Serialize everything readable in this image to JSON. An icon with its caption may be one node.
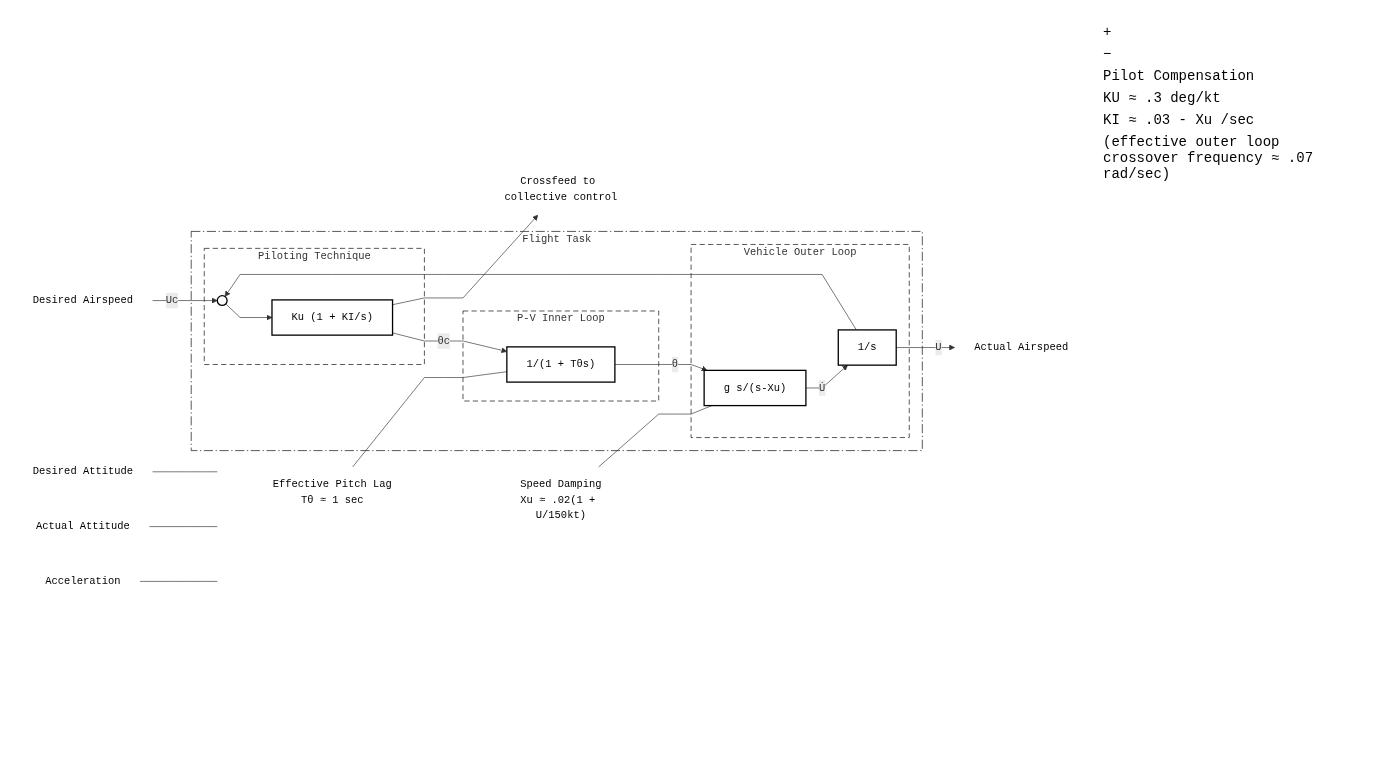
{
  "diagram": {
    "nodes": [
      {
        "text": [
          "Flight Task"
        ]
      },
      {
        "text": [
          "Piloting Technique"
        ],
        "in": 0
      },
      {
        "text": [],
        "shape": "circle",
        "in": 1
      },
      {
        "text": [
          "Ku (1 + KI/s)"
        ],
        "in": 1
      },
      {
        "text": [
          "P-V Inner Loop"
        ],
        "in": 0
      },
      {
        "text": [
          "1/(1 + Tθs)"
        ],
        "in": 4
      },
      {
        "text": [
          "Vehicle Outer Loop"
        ],
        "in": 0
      },
      {
        "text": [
          "g s/(s-Xu)"
        ],
        "in": 6
      },
      {
        "text": [
          "1/s"
        ],
        "in": 6
      },
      {
        "text": [
          "Desired Airspeed"
        ]
      },
      {
        "text": [
          "Actual Airspeed"
        ]
      },
      {
        "text": [
          "Crossfeed to collective control"
        ]
      },
      {
        "text": [
          "Desired Attitude"
        ]
      },
      {
        "text": [
          "Actual Attitude"
        ]
      },
      {
        "text": [
          "Acceleration"
        ]
      },
      {
        "text": [
          "Effective Pitch Lag",
          "Tθ ≈ 1 sec"
        ]
      },
      {
        "text": [
          "Speed Damping",
          "Xu ≈ .02(1 + U/150kt)"
        ]
      }
    ],
    "edges": [
      {
        "from": 9,
        "to": 2,
        "arrow": "to",
        "label": "Uc"
      },
      {
        "from": 2,
        "to": 3,
        "arrow": "to"
      },
      {
        "from": 3,
        "to": 5,
        "arrow": "to",
        "label": "θc"
      },
      {
        "from": 5,
        "to": 7,
        "arrow": "to",
        "label": "θ"
      },
      {
        "from": 7,
        "to": 8,
        "arrow": "to",
        "label": "U̇"
      },
      {
        "from": 8,
        "to": 10,
        "arrow": "to",
        "label": "U"
      },
      {
        "from": 8,
        "to": 2,
        "arrow": "to"
      },
      {
        "from": 3,
        "to": 11,
        "arrow": "to"
      },
      {
        "from": 12,
        "to": null,
        "arrow": "none"
      },
      {
        "from": 13,
        "to": null,
        "arrow": "none"
      },
      {
        "from": 14,
        "to": null,
        "arrow": "none"
      },
      {
        "from": 15,
        "to": 5,
        "arrow": "none"
      },
      {
        "from": 16,
        "to": 7,
        "arrow": "none"
      }
    ],
    "labels": [
      "+",
      "−",
      "Pilot Compensation",
      "KU ≈ .3 deg/kt",
      "KI ≈ .03 - Xu /sec",
      "(effective outer loop crossover frequency ≈ .07 rad/sec)"
    ]
  }
}
